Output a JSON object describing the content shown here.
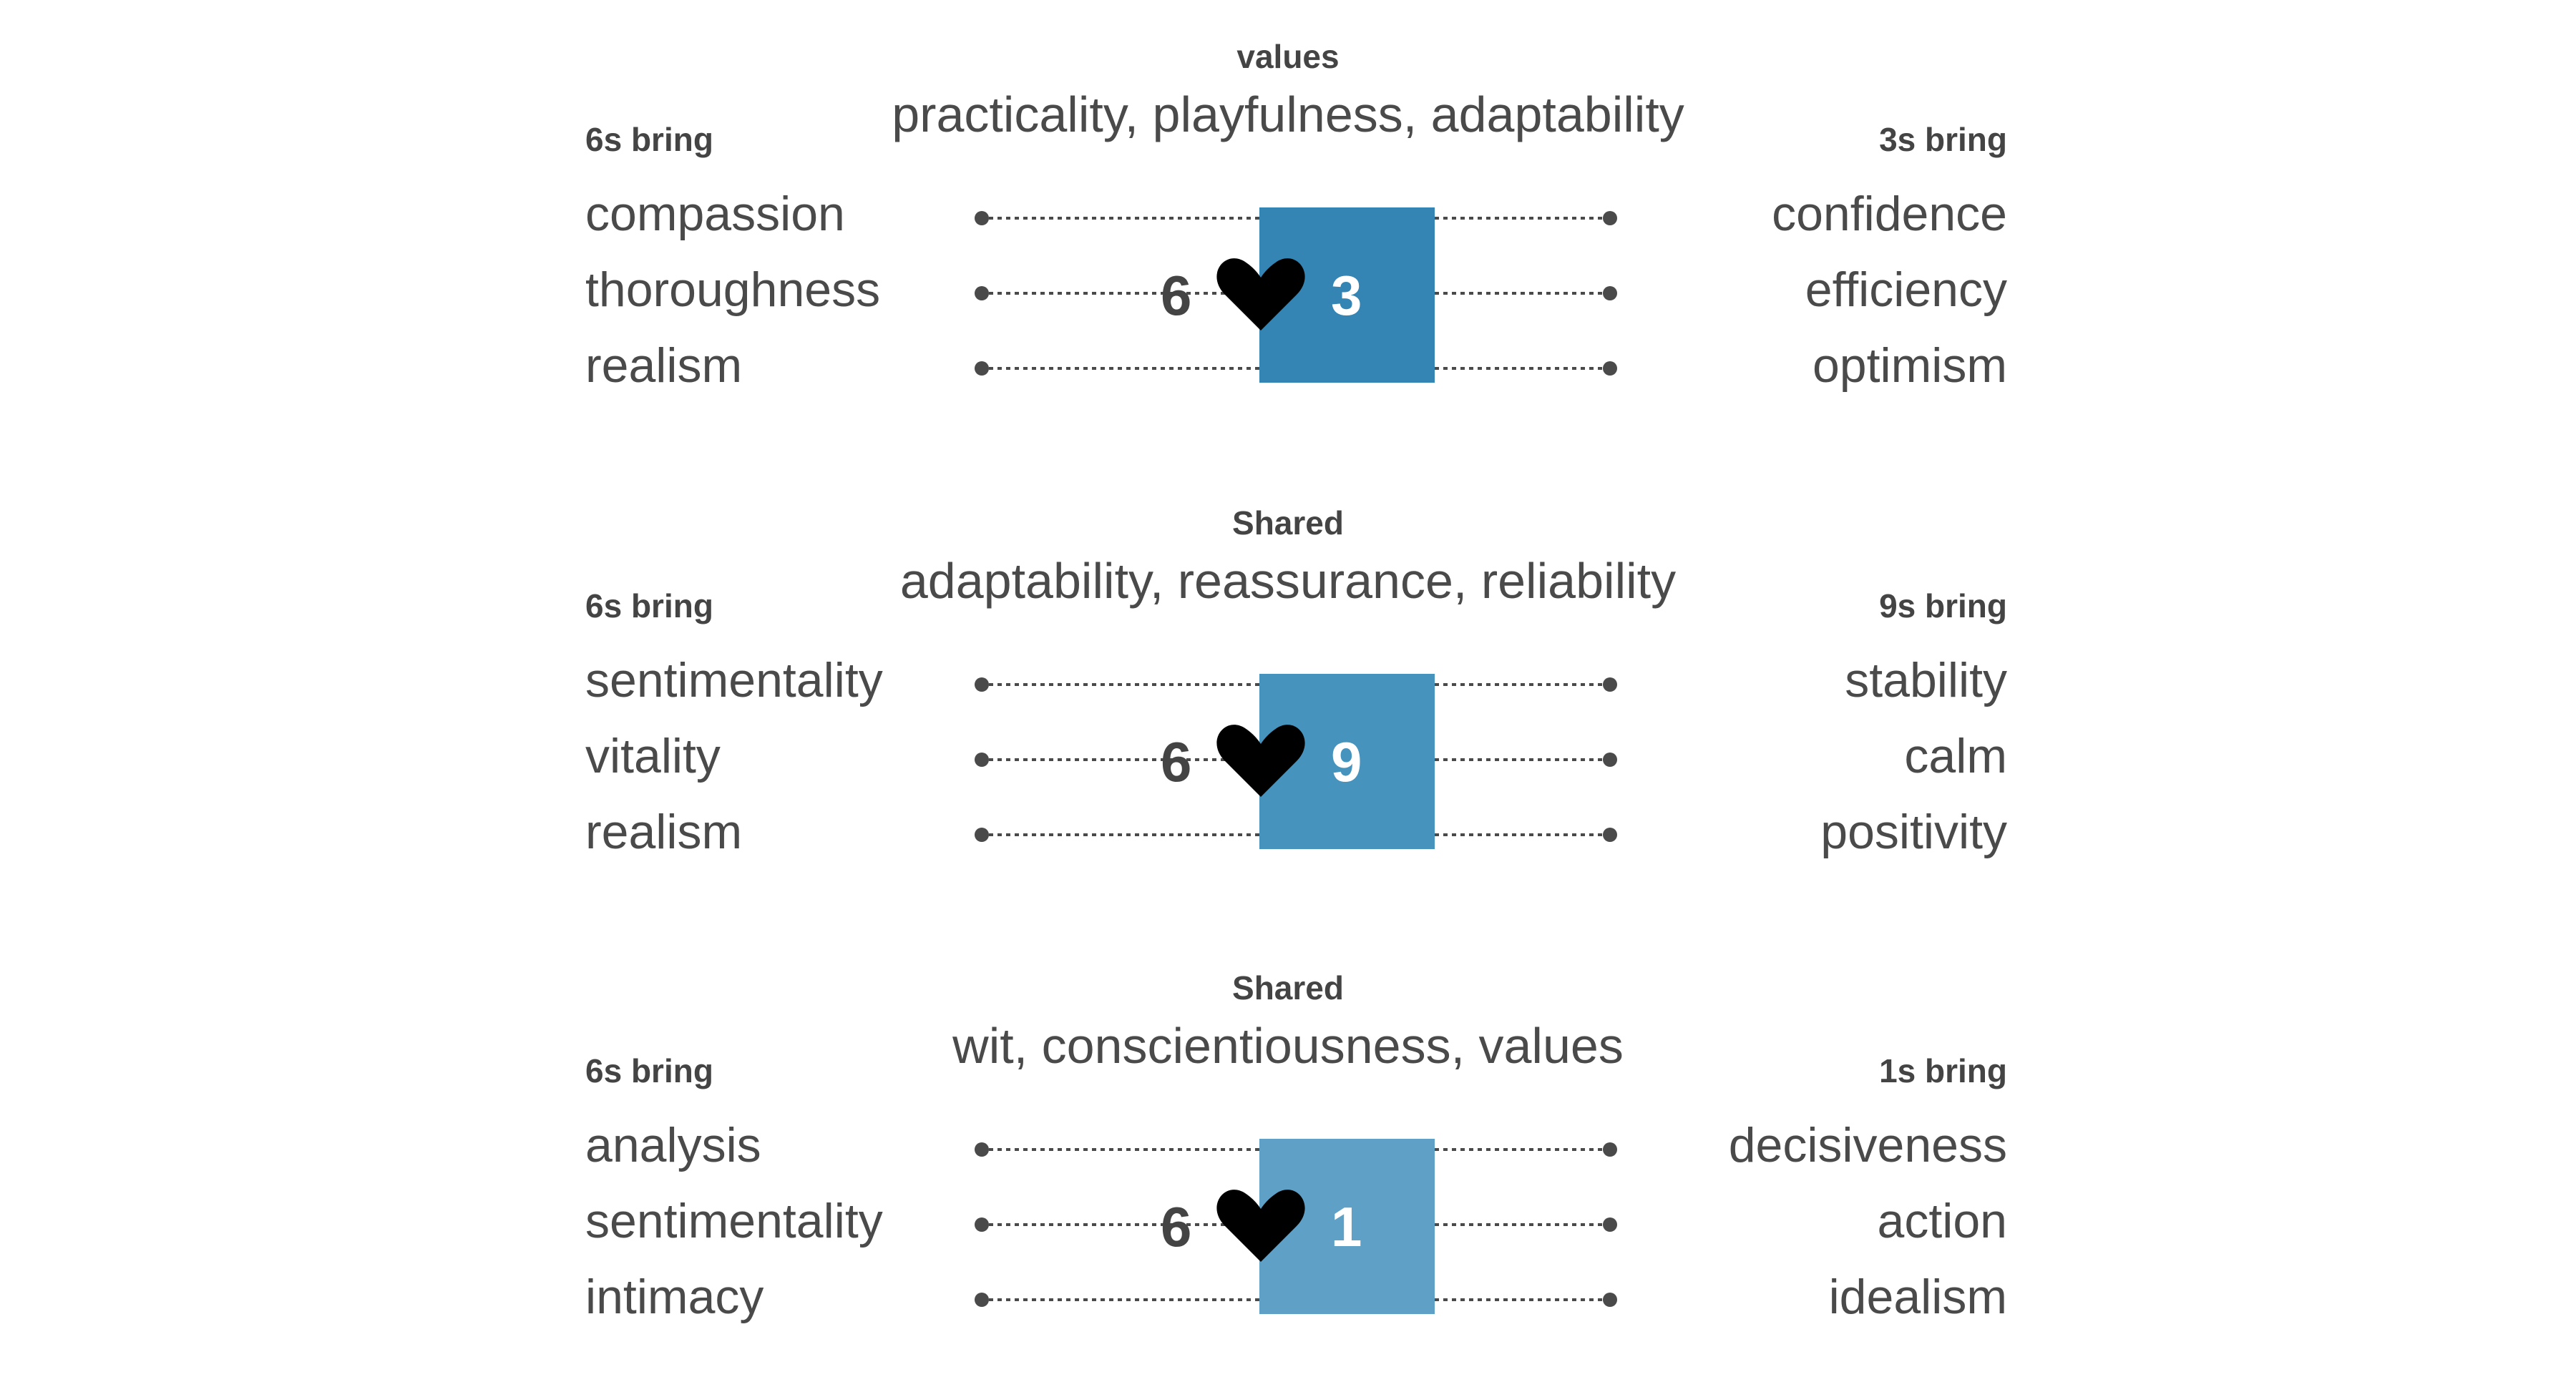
{
  "colors": {
    "text": "#4a4a4a",
    "dot": "#4a4a4a",
    "heart": "#000000"
  },
  "panels": [
    {
      "heading": "values",
      "values": "practicality, playfulness, adaptability",
      "left_label": "6s bring",
      "right_label": "3s bring",
      "left_traits": [
        "compassion",
        "thoroughness",
        "realism"
      ],
      "right_traits": [
        "confidence",
        "efficiency",
        "optimism"
      ],
      "left_number": "6",
      "right_number": "3",
      "box_color": "#3485b3",
      "heart_icon": "heart-icon"
    },
    {
      "heading": "Shared",
      "values": "adaptability, reassurance, reliability",
      "left_label": "6s bring",
      "right_label": "9s bring",
      "left_traits": [
        "sentimentality",
        "vitality",
        "realism"
      ],
      "right_traits": [
        "stability",
        "calm",
        "positivity"
      ],
      "left_number": "6",
      "right_number": "9",
      "box_color": "#4693bd",
      "heart_icon": "heart-icon"
    },
    {
      "heading": "Shared",
      "values": "wit, conscientiousness, values",
      "left_label": "6s bring",
      "right_label": "1s bring",
      "left_traits": [
        "analysis",
        "sentimentality",
        "intimacy"
      ],
      "right_traits": [
        "decisiveness",
        "action",
        "idealism"
      ],
      "left_number": "6",
      "right_number": "1",
      "box_color": "#5fa1c6",
      "heart_icon": "heart-icon"
    }
  ]
}
